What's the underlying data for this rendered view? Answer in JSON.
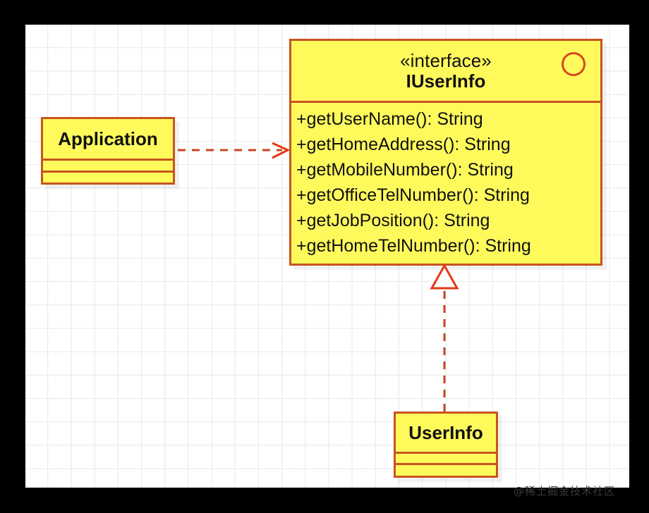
{
  "diagram": {
    "type": "uml-class-diagram",
    "colors": {
      "node_fill": "#FFFA5C",
      "node_border": "#C8541E",
      "connector_red": "#D6491B",
      "canvas_background": "#FFFFFF",
      "grid_line": "#E8E8E8",
      "page_background": "#000000",
      "text": "#111111"
    },
    "nodes": [
      {
        "id": "application",
        "kind": "class",
        "title": "Application",
        "stereotype": "",
        "attributes": [],
        "operations": []
      },
      {
        "id": "iuserinfo",
        "kind": "interface",
        "stereotype": "«interface»",
        "title": "IUserInfo",
        "icon": "interface-circle-icon",
        "operations": [
          "+getUserName(): String",
          "+getHomeAddress(): String",
          "+getMobileNumber(): String",
          "+getOfficeTelNumber(): String",
          "+getJobPosition(): String",
          "+getHomeTelNumber(): String"
        ]
      },
      {
        "id": "userinfo",
        "kind": "class",
        "title": "UserInfo",
        "stereotype": "",
        "attributes": [],
        "operations": []
      }
    ],
    "connectors": [
      {
        "id": "application-uses-iuserinfo",
        "kind": "dependency",
        "from": "application",
        "to": "iuserinfo",
        "line_style": "dashed",
        "arrowhead": "open-arrow",
        "label": ""
      },
      {
        "id": "userinfo-realizes-iuserinfo",
        "kind": "realization",
        "from": "userinfo",
        "to": "iuserinfo",
        "line_style": "dashed",
        "arrowhead": "hollow-triangle",
        "label": ""
      }
    ]
  },
  "watermark": {
    "text": "@稀土掘金技术社区"
  }
}
